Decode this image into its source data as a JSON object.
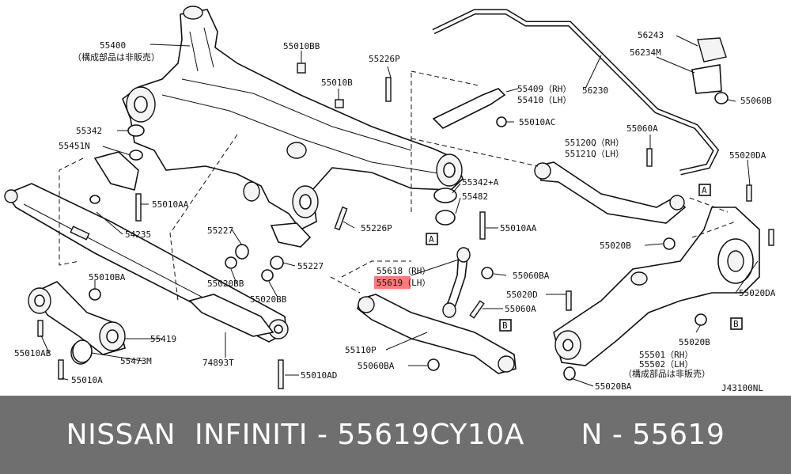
{
  "labels": {
    "l55400": "55400",
    "l55400_note": "（構成部品は非販売）",
    "l55010BB": "55010BB",
    "l55226P_top": "55226P",
    "l55010B": "55010B",
    "l55342": "55342",
    "l55451N": "55451N",
    "l55010AA_left": "55010AA",
    "l54235": "54235",
    "l55227_a": "55227",
    "l55227_b": "55227",
    "l55020BB_a": "55020BB",
    "l55020BB_b": "55020BB",
    "l55226P_mid": "55226P",
    "l55010BA": "55010BA",
    "l55419": "55419",
    "l55010AB": "55010AB",
    "l55473M": "55473M",
    "l74893T": "74893T",
    "l55010A": "55010A",
    "l55010AD": "55010AD",
    "l56243": "56243",
    "l56234M": "56234M",
    "l56230": "56230",
    "l55060B": "55060B",
    "l55409": "55409（RH）",
    "l55410": "55410（LH）",
    "l55010AC": "55010AC",
    "l55060A_top": "55060A",
    "l55120Q": "55120Q（RH）",
    "l55121Q": "55121Q（LH）",
    "l55020DA_top": "55020DA",
    "l55342A": "55342+A",
    "l55482": "55482",
    "l55010AA_mid": "55010AA",
    "l55020B_a": "55020B",
    "l55618": "55618（RH）",
    "l55619": "55619（LH）",
    "l55060BA_a": "55060BA",
    "l55020D": "55020D",
    "l55060A_b": "55060A",
    "l55020DA_b": "55020DA",
    "l55110P": "55110P",
    "l55060BA_b": "55060BA",
    "l55020B_b": "55020B",
    "l55501": "55501（RH）",
    "l55502": "55502（LH）",
    "l55502_note": "（構成部品は非販売）",
    "l55020BA": "55020BA",
    "figure_code": "J43100NL",
    "ref_A_1": "A",
    "ref_A_2": "A",
    "ref_B_1": "B",
    "ref_B_2": "B"
  },
  "footer": {
    "text": "NISSAN  INFINITI - 55619CY10A      N - 55619"
  },
  "colors": {
    "footer_bg": "#6f6f6f",
    "highlight": "#ff4d4d",
    "line": "#111111"
  }
}
